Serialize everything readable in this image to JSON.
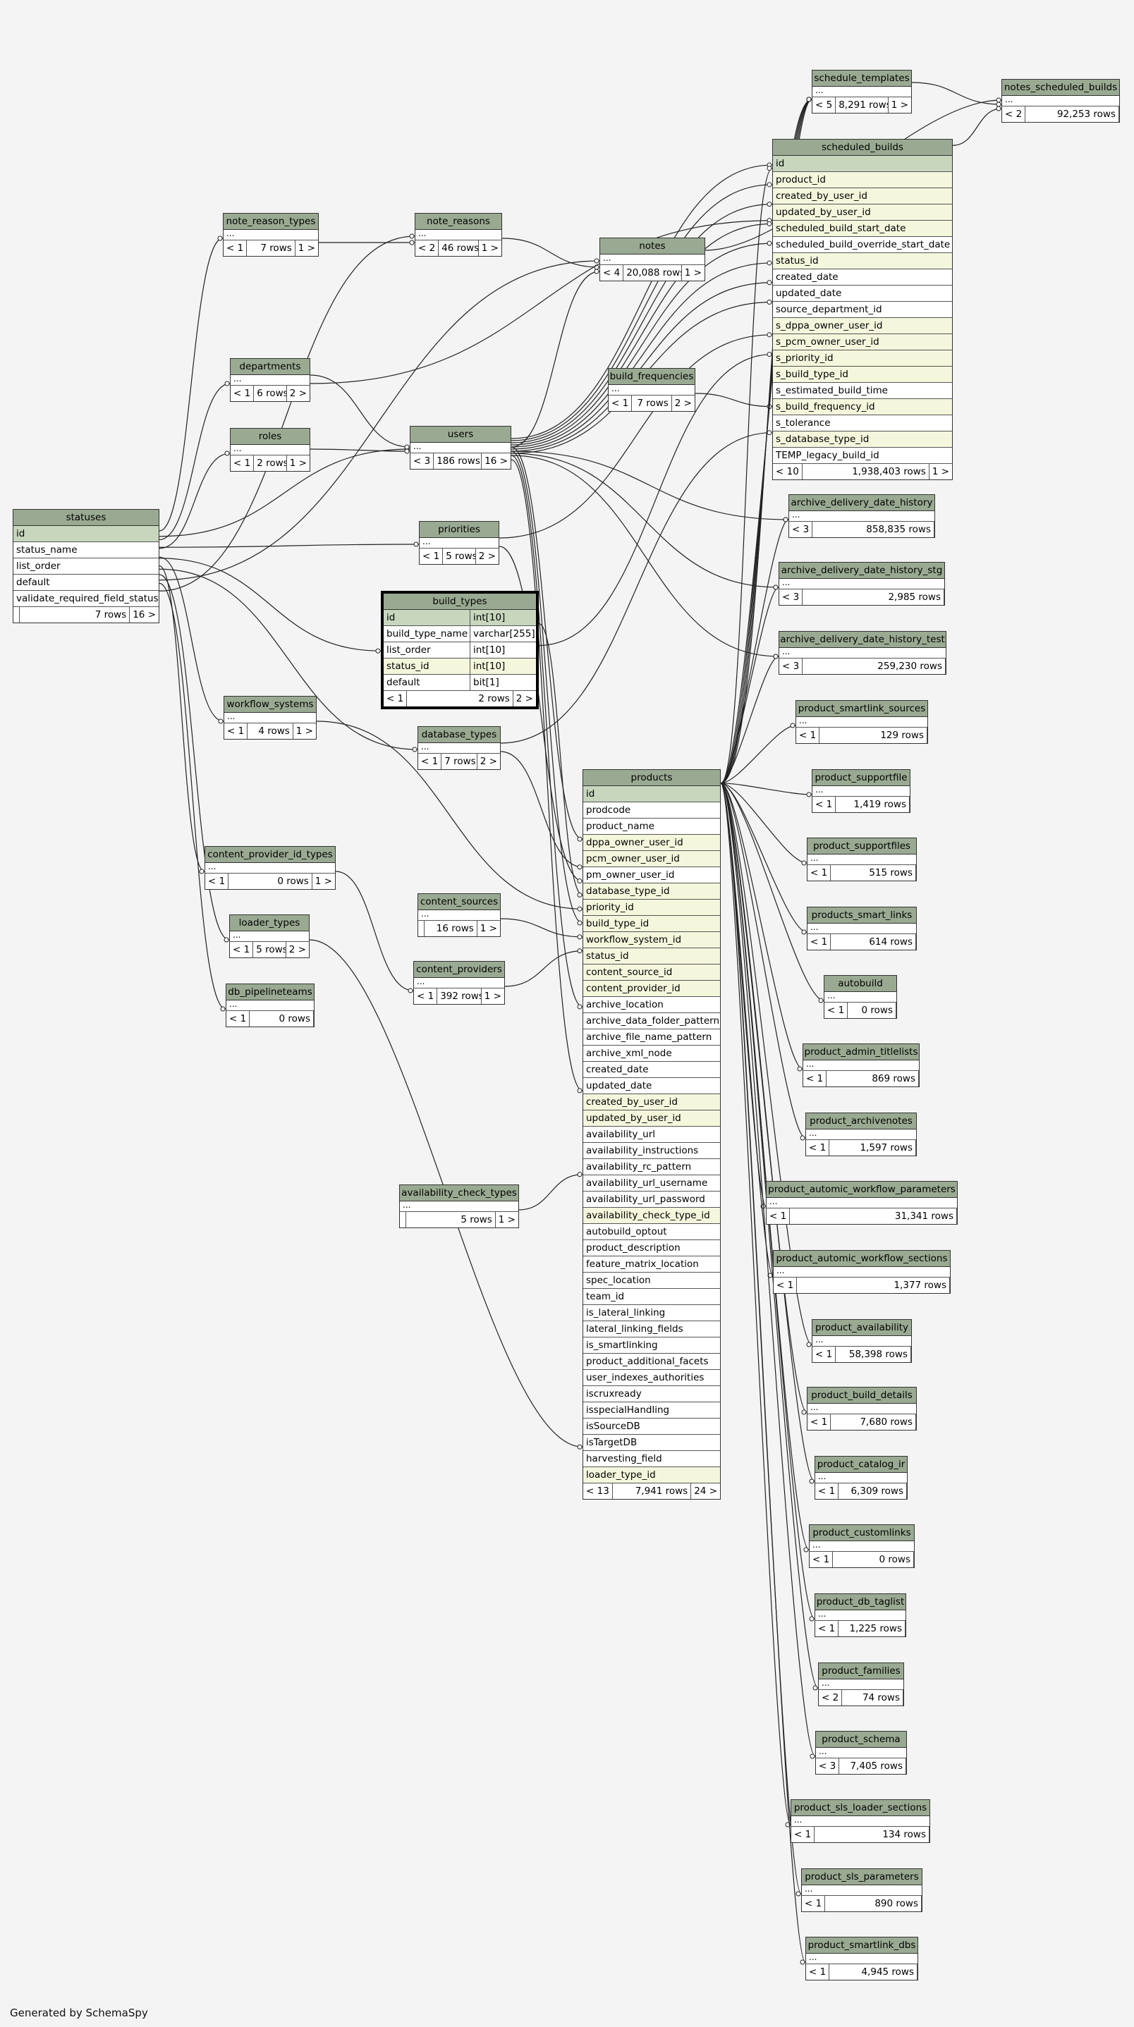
{
  "footer": {
    "generated_by": "Generated by SchemaSpy"
  },
  "tables": [
    {
      "key": "statuses",
      "name": "statuses",
      "pk": "id",
      "cols": [
        "status_name",
        "list_order",
        "default",
        "validate_required_field_status"
      ],
      "fks": [],
      "footer": [
        "",
        "7 rows",
        "16 >"
      ]
    },
    {
      "key": "note_reason_types",
      "name": "note_reason_types",
      "pk": "",
      "dots": true,
      "cols": [],
      "fks": [],
      "footer": [
        "< 1",
        "7 rows",
        "1 >"
      ]
    },
    {
      "key": "note_reasons",
      "name": "note_reasons",
      "pk": "",
      "dots": true,
      "cols": [],
      "fks": [],
      "footer": [
        "< 2",
        "46 rows",
        "1 >"
      ]
    },
    {
      "key": "notes",
      "name": "notes",
      "pk": "",
      "dots": true,
      "cols": [],
      "fks": [],
      "footer": [
        "< 4",
        "20,088 rows",
        "1 >"
      ]
    },
    {
      "key": "departments",
      "name": "departments",
      "pk": "",
      "dots": true,
      "cols": [],
      "fks": [],
      "footer": [
        "< 1",
        "6 rows",
        "2 >"
      ]
    },
    {
      "key": "roles",
      "name": "roles",
      "pk": "",
      "dots": true,
      "cols": [],
      "fks": [],
      "footer": [
        "< 1",
        "2 rows",
        "1 >"
      ]
    },
    {
      "key": "users",
      "name": "users",
      "pk": "",
      "dots": true,
      "cols": [],
      "fks": [],
      "footer": [
        "< 3",
        "186 rows",
        "16 >"
      ]
    },
    {
      "key": "build_frequencies",
      "name": "build_frequencies",
      "pk": "",
      "dots": true,
      "cols": [],
      "fks": [],
      "footer": [
        "< 1",
        "7 rows",
        "2 >"
      ]
    },
    {
      "key": "priorities",
      "name": "priorities",
      "pk": "",
      "dots": true,
      "cols": [],
      "fks": [],
      "footer": [
        "< 1",
        "5 rows",
        "2 >"
      ]
    },
    {
      "key": "build_types",
      "name": "build_types",
      "pk": "",
      "typed": true,
      "typedRows": [
        {
          "name": "id",
          "type": "int[10]",
          "kind": "pk"
        },
        {
          "name": "build_type_name",
          "type": "varchar[255]",
          "kind": ""
        },
        {
          "name": "list_order",
          "type": "int[10]",
          "kind": ""
        },
        {
          "name": "status_id",
          "type": "int[10]",
          "kind": "fk"
        },
        {
          "name": "default",
          "type": "bit[1]",
          "kind": ""
        }
      ],
      "cols": [],
      "fks": [],
      "footer": [
        "< 1",
        "2 rows",
        "2 >"
      ]
    },
    {
      "key": "workflow_systems",
      "name": "workflow_systems",
      "pk": "",
      "dots": true,
      "cols": [],
      "fks": [],
      "footer": [
        "< 1",
        "4 rows",
        "1 >"
      ]
    },
    {
      "key": "database_types",
      "name": "database_types",
      "pk": "",
      "dots": true,
      "cols": [],
      "fks": [],
      "footer": [
        "< 1",
        "7 rows",
        "2 >"
      ]
    },
    {
      "key": "content_provider_id_types",
      "name": "content_provider_id_types",
      "pk": "",
      "dots": true,
      "cols": [],
      "fks": [],
      "footer": [
        "< 1",
        "0 rows",
        "1 >"
      ]
    },
    {
      "key": "loader_types",
      "name": "loader_types",
      "pk": "",
      "dots": true,
      "cols": [],
      "fks": [],
      "footer": [
        "< 1",
        "5 rows",
        "2 >"
      ]
    },
    {
      "key": "db_pipelineteams",
      "name": "db_pipelineteams",
      "pk": "",
      "dots": true,
      "cols": [],
      "fks": [],
      "footer": [
        "< 1",
        "0 rows",
        ""
      ]
    },
    {
      "key": "content_sources",
      "name": "content_sources",
      "pk": "",
      "dots": true,
      "cols": [],
      "fks": [],
      "footer": [
        "",
        "16 rows",
        "1 >"
      ]
    },
    {
      "key": "content_providers",
      "name": "content_providers",
      "pk": "",
      "dots": true,
      "cols": [],
      "fks": [],
      "footer": [
        "< 1",
        "392 rows",
        "1 >"
      ]
    },
    {
      "key": "availability_check_types",
      "name": "availability_check_types",
      "pk": "",
      "dots": true,
      "cols": [],
      "fks": [],
      "footer": [
        "",
        "5 rows",
        "1 >"
      ]
    },
    {
      "key": "products",
      "name": "products",
      "pk": "id",
      "cols": [
        "prodcode",
        "product_name",
        "dppa_owner_user_id",
        "pcm_owner_user_id",
        "pm_owner_user_id",
        "database_type_id",
        "priority_id",
        "build_type_id",
        "workflow_system_id",
        "status_id",
        "content_source_id",
        "content_provider_id",
        "archive_location",
        "archive_data_folder_pattern",
        "archive_file_name_pattern",
        "archive_xml_node",
        "created_date",
        "updated_date",
        "created_by_user_id",
        "updated_by_user_id",
        "availability_url",
        "availability_instructions",
        "availability_rc_pattern",
        "availability_url_username",
        "availability_url_password",
        "availability_check_type_id",
        "autobuild_optout",
        "product_description",
        "feature_matrix_location",
        "spec_location",
        "team_id",
        "is_lateral_linking",
        "lateral_linking_fields",
        "is_smartlinking",
        "product_additional_facets",
        "user_indexes_authorities",
        "iscruxready",
        "isspecialHandling",
        "isSourceDB",
        "isTargetDB",
        "harvesting_field",
        "loader_type_id"
      ],
      "fks": [
        "dppa_owner_user_id",
        "pcm_owner_user_id",
        "database_type_id",
        "priority_id",
        "build_type_id",
        "workflow_system_id",
        "status_id",
        "content_source_id",
        "content_provider_id",
        "created_by_user_id",
        "updated_by_user_id",
        "availability_check_type_id",
        "loader_type_id"
      ],
      "footer": [
        "< 13",
        "7,941 rows",
        "24 >"
      ]
    },
    {
      "key": "schedule_templates",
      "name": "schedule_templates",
      "pk": "",
      "dots": true,
      "cols": [],
      "fks": [],
      "footer": [
        "< 5",
        "8,291 rows",
        "1 >"
      ]
    },
    {
      "key": "notes_scheduled_builds",
      "name": "notes_scheduled_builds",
      "pk": "",
      "dots": true,
      "cols": [],
      "fks": [],
      "footer": [
        "< 2",
        "92,253 rows",
        ""
      ]
    },
    {
      "key": "scheduled_builds",
      "name": "scheduled_builds",
      "pk": "id",
      "cols": [
        "product_id",
        "created_by_user_id",
        "updated_by_user_id",
        "scheduled_build_start_date",
        "scheduled_build_override_start_date",
        "status_id",
        "created_date",
        "updated_date",
        "source_department_id",
        "s_dppa_owner_user_id",
        "s_pcm_owner_user_id",
        "s_priority_id",
        "s_build_type_id",
        "s_estimated_build_time",
        "s_build_frequency_id",
        "s_tolerance",
        "s_database_type_id",
        "TEMP_legacy_build_id"
      ],
      "fks": [
        "product_id",
        "created_by_user_id",
        "updated_by_user_id",
        "scheduled_build_start_date",
        "status_id",
        "s_dppa_owner_user_id",
        "s_pcm_owner_user_id",
        "s_priority_id",
        "s_build_type_id",
        "s_build_frequency_id",
        "s_database_type_id"
      ],
      "footer": [
        "< 10",
        "1,938,403 rows",
        "1 >"
      ]
    },
    {
      "key": "archive_delivery_date_history",
      "name": "archive_delivery_date_history",
      "pk": "",
      "dots": true,
      "cols": [],
      "fks": [],
      "footer": [
        "< 3",
        "858,835 rows",
        ""
      ]
    },
    {
      "key": "archive_delivery_date_history_stg",
      "name": "archive_delivery_date_history_stg",
      "pk": "",
      "dots": true,
      "cols": [],
      "fks": [],
      "footer": [
        "< 3",
        "2,985 rows",
        ""
      ]
    },
    {
      "key": "archive_delivery_date_history_test",
      "name": "archive_delivery_date_history_test",
      "pk": "",
      "dots": true,
      "cols": [],
      "fks": [],
      "footer": [
        "< 3",
        "259,230 rows",
        ""
      ]
    },
    {
      "key": "product_smartlink_sources",
      "name": "product_smartlink_sources",
      "pk": "",
      "dots": true,
      "cols": [],
      "fks": [],
      "footer": [
        "< 1",
        "129 rows",
        ""
      ]
    },
    {
      "key": "product_supportfile",
      "name": "product_supportfile",
      "pk": "",
      "dots": true,
      "cols": [],
      "fks": [],
      "footer": [
        "< 1",
        "1,419 rows",
        ""
      ]
    },
    {
      "key": "product_supportfiles",
      "name": "product_supportfiles",
      "pk": "",
      "dots": true,
      "cols": [],
      "fks": [],
      "footer": [
        "< 1",
        "515 rows",
        ""
      ]
    },
    {
      "key": "products_smart_links",
      "name": "products_smart_links",
      "pk": "",
      "dots": true,
      "cols": [],
      "fks": [],
      "footer": [
        "< 1",
        "614 rows",
        ""
      ]
    },
    {
      "key": "autobuild",
      "name": "autobuild",
      "pk": "",
      "dots": true,
      "cols": [],
      "fks": [],
      "footer": [
        "< 1",
        "0 rows",
        ""
      ]
    },
    {
      "key": "product_admin_titlelists",
      "name": "product_admin_titlelists",
      "pk": "",
      "dots": true,
      "cols": [],
      "fks": [],
      "footer": [
        "< 1",
        "869 rows",
        ""
      ]
    },
    {
      "key": "product_archivenotes",
      "name": "product_archivenotes",
      "pk": "",
      "dots": true,
      "cols": [],
      "fks": [],
      "footer": [
        "< 1",
        "1,597 rows",
        ""
      ]
    },
    {
      "key": "product_automic_workflow_parameters",
      "name": "product_automic_workflow_parameters",
      "pk": "",
      "dots": true,
      "cols": [],
      "fks": [],
      "footer": [
        "< 1",
        "31,341 rows",
        ""
      ]
    },
    {
      "key": "product_automic_workflow_sections",
      "name": "product_automic_workflow_sections",
      "pk": "",
      "dots": true,
      "cols": [],
      "fks": [],
      "footer": [
        "< 1",
        "1,377 rows",
        ""
      ]
    },
    {
      "key": "product_availability",
      "name": "product_availability",
      "pk": "",
      "dots": true,
      "cols": [],
      "fks": [],
      "footer": [
        "< 1",
        "58,398 rows",
        ""
      ]
    },
    {
      "key": "product_build_details",
      "name": "product_build_details",
      "pk": "",
      "dots": true,
      "cols": [],
      "fks": [],
      "footer": [
        "< 1",
        "7,680 rows",
        ""
      ]
    },
    {
      "key": "product_catalog_ir",
      "name": "product_catalog_ir",
      "pk": "",
      "dots": true,
      "cols": [],
      "fks": [],
      "footer": [
        "< 1",
        "6,309 rows",
        ""
      ]
    },
    {
      "key": "product_customlinks",
      "name": "product_customlinks",
      "pk": "",
      "dots": true,
      "cols": [],
      "fks": [],
      "footer": [
        "< 1",
        "0 rows",
        ""
      ]
    },
    {
      "key": "product_db_taglist",
      "name": "product_db_taglist",
      "pk": "",
      "dots": true,
      "cols": [],
      "fks": [],
      "footer": [
        "< 1",
        "1,225 rows",
        ""
      ]
    },
    {
      "key": "product_families",
      "name": "product_families",
      "pk": "",
      "dots": true,
      "cols": [],
      "fks": [],
      "footer": [
        "< 2",
        "74 rows",
        ""
      ]
    },
    {
      "key": "product_schema",
      "name": "product_schema",
      "pk": "",
      "dots": true,
      "cols": [],
      "fks": [],
      "footer": [
        "< 3",
        "7,405 rows",
        ""
      ]
    },
    {
      "key": "product_sls_loader_sections",
      "name": "product_sls_loader_sections",
      "pk": "",
      "dots": true,
      "cols": [],
      "fks": [],
      "footer": [
        "< 1",
        "134 rows",
        ""
      ]
    },
    {
      "key": "product_sls_parameters",
      "name": "product_sls_parameters",
      "pk": "",
      "dots": true,
      "cols": [],
      "fks": [],
      "footer": [
        "< 1",
        "890 rows",
        ""
      ]
    },
    {
      "key": "product_smartlink_dbs",
      "name": "product_smartlink_dbs",
      "pk": "",
      "dots": true,
      "cols": [],
      "fks": [],
      "footer": [
        "< 1",
        "4,945 rows",
        ""
      ]
    }
  ]
}
